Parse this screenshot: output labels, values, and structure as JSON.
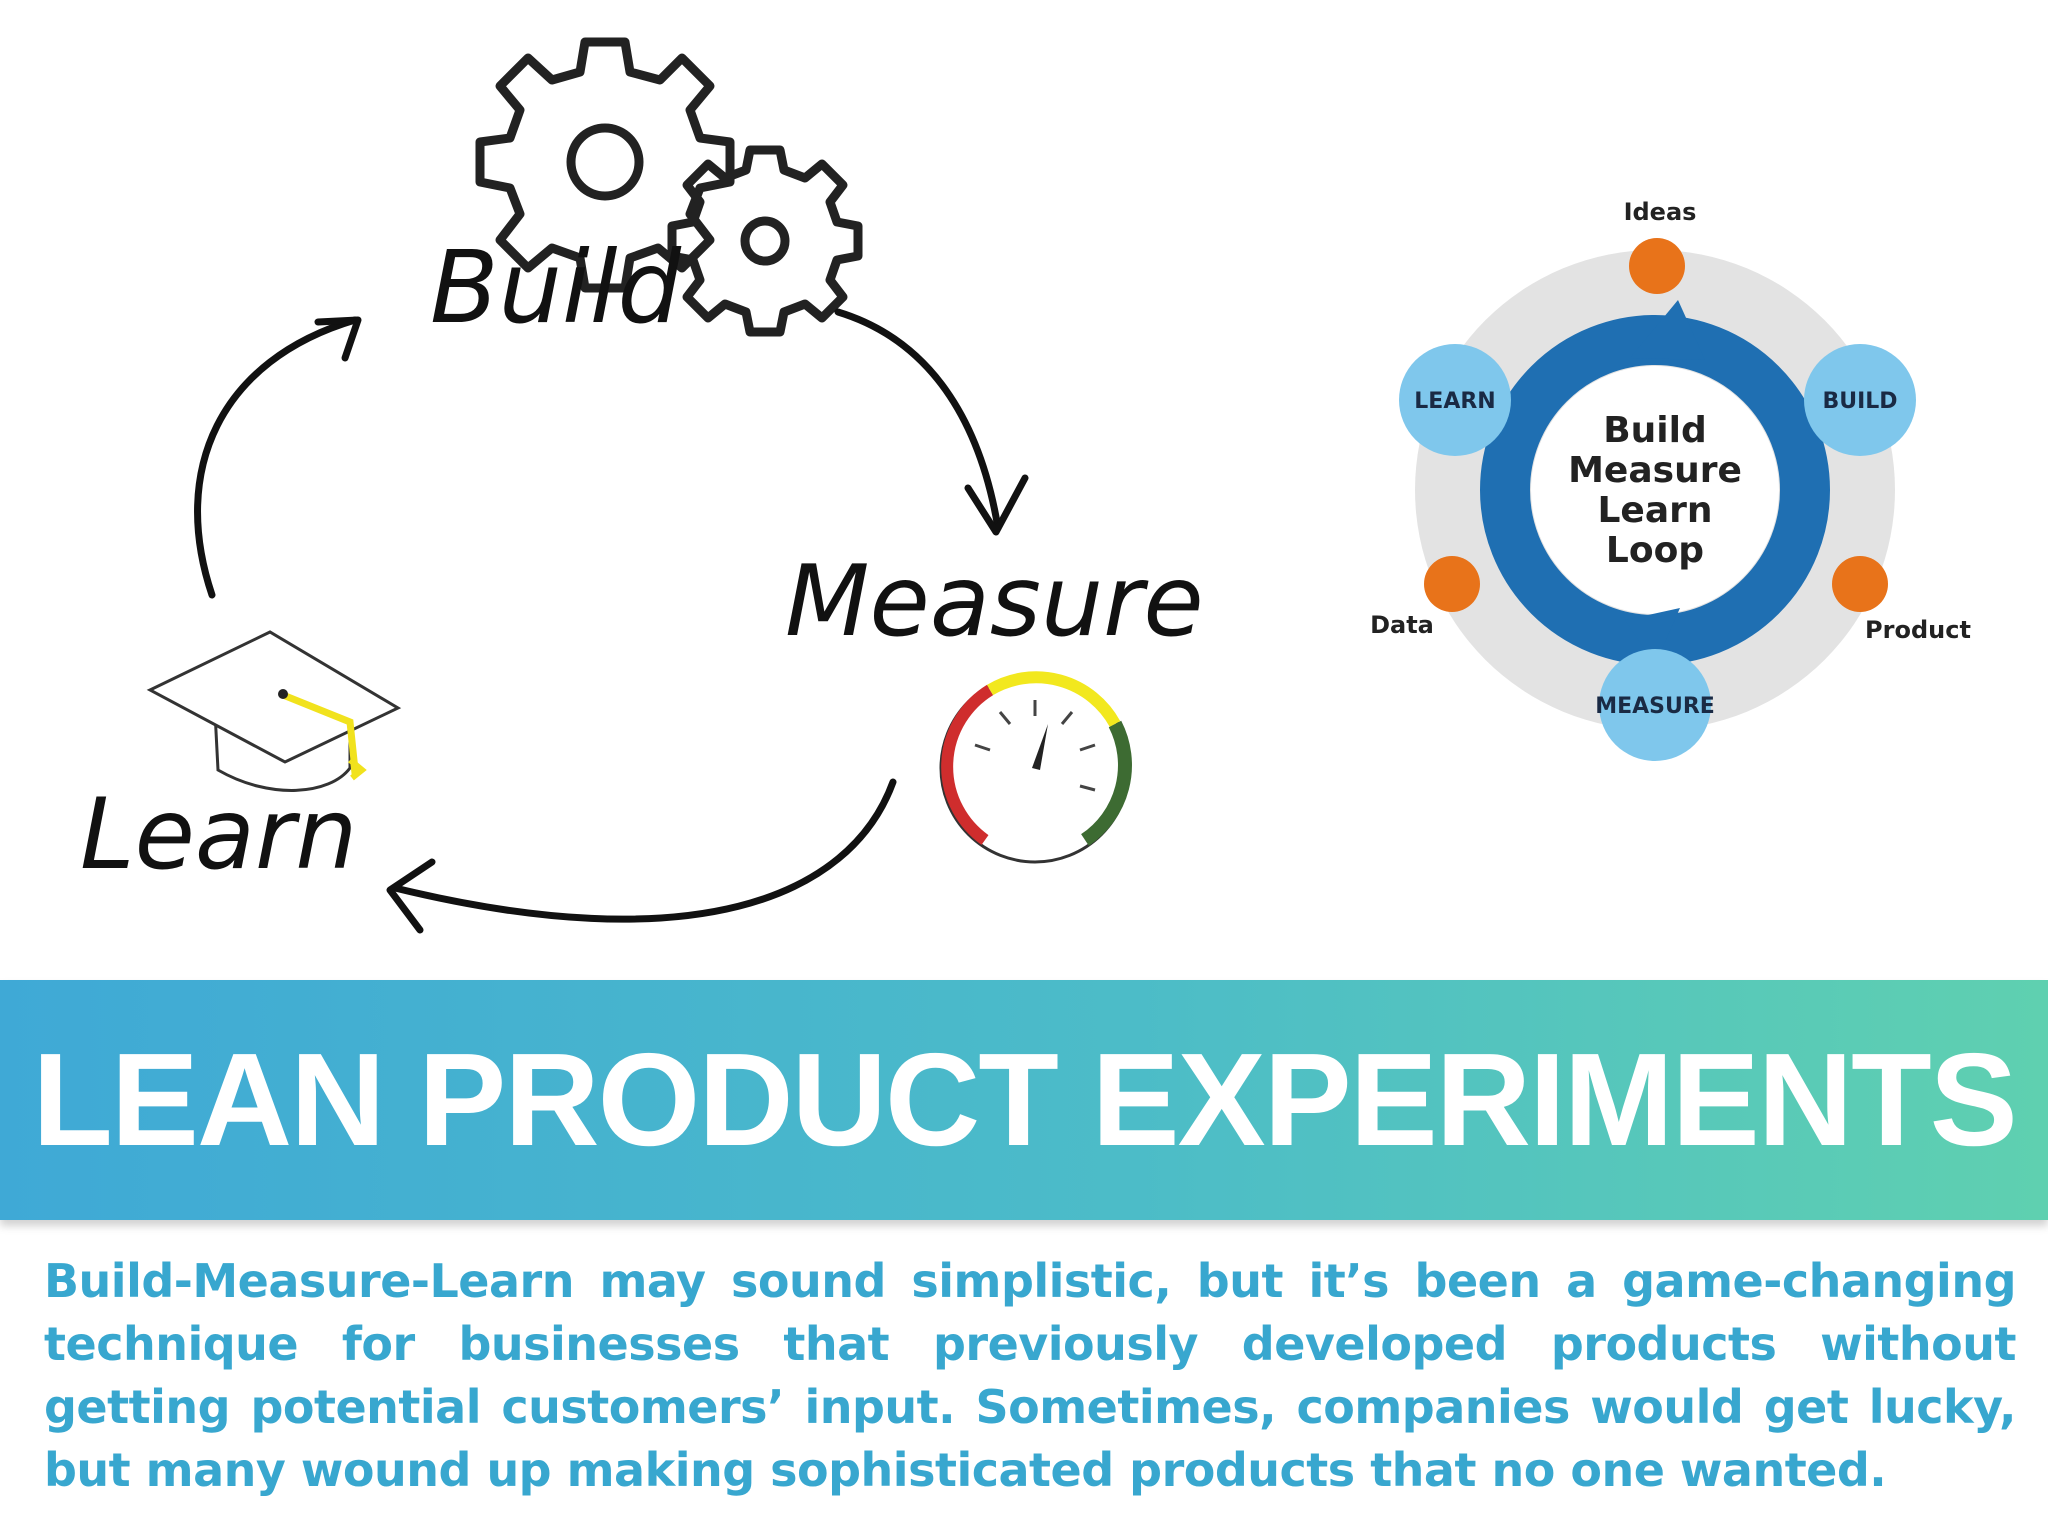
{
  "sketch": {
    "build_label": "Build",
    "measure_label": "Measure",
    "learn_label": "Learn"
  },
  "loop_diagram": {
    "center_lines": [
      "Build",
      "Measure",
      "Learn",
      "Loop"
    ],
    "nodes": {
      "learn": "LEARN",
      "build": "BUILD",
      "measure": "MEASURE"
    },
    "artifacts": {
      "ideas": "Ideas",
      "product": "Product",
      "data": "Data"
    },
    "colors": {
      "ring": "#1f6fb2",
      "node": "#7fc7ec",
      "dot": "#e8731a",
      "halo": "#e3e3e3"
    }
  },
  "banner": {
    "title": "LEAN PRODUCT EXPERIMENTS"
  },
  "body": {
    "paragraph": "Build-Measure-Learn may sound simplistic, but it’s been a game-changing technique for businesses that previously developed products without getting potential customers’ input. Sometimes, companies would get lucky, but many wound up making sophisticated products that no one wanted."
  }
}
